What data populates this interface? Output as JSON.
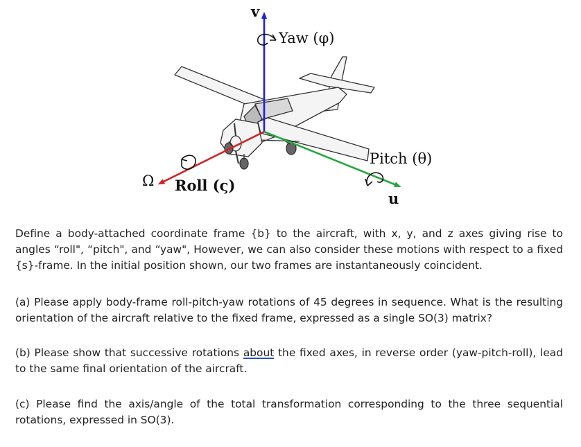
{
  "figure": {
    "axis_v_label": "v",
    "axis_omega_label": "Ω",
    "axis_u_label": "u",
    "yaw_label": "Yaw (φ)",
    "pitch_label": "Pitch (θ)",
    "roll_label": "Roll (ς)",
    "colors": {
      "v_axis": "#1f1fdd",
      "omega_axis": "#d42020",
      "u_axis": "#22a83a",
      "aircraft_line": "#333333",
      "aircraft_fill": "#f4f4f4"
    }
  },
  "text": {
    "intro": "Define a body-attached coordinate frame {b} to the aircraft, with x, y, and z axes giving rise to angles “roll\", “pitch\", and “yaw\", However, we can also consider these motions with respect to a fixed {s}-frame. In the initial position shown, our two frames are instantaneously coincident.",
    "part_a": "(a) Please apply body-frame roll-pitch-yaw rotations of 45 degrees in sequence. What is the resulting orientation of the aircraft relative to the fixed frame, expressed as a single SO(3) matrix?",
    "part_b_before": "(b) Please show that successive rotations ",
    "part_b_underlined": "about",
    "part_b_after": " the fixed axes, in reverse order (yaw-pitch-roll), lead to the same final orientation of the aircraft.",
    "part_c": "(c) Please find the axis/angle of the total transformation corresponding to the three sequential rotations, expressed in SO(3)."
  }
}
